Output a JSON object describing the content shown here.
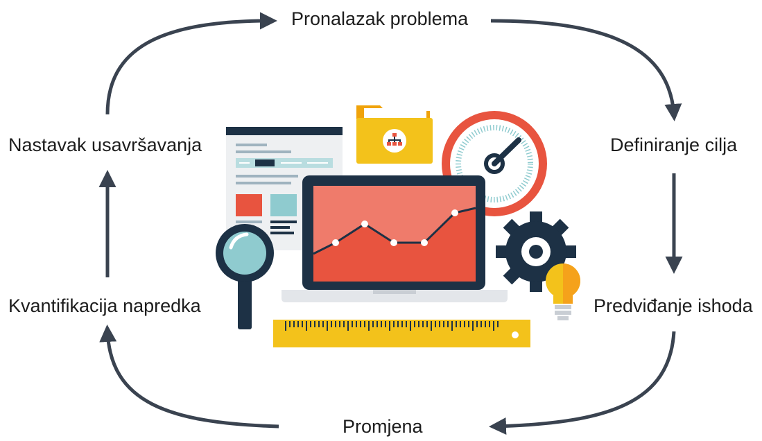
{
  "diagram": {
    "stages": {
      "top": "Pronalazak problema",
      "right_upper": "Definiranje cilja",
      "right_lower": "Predviđanje ishoda",
      "bottom": "Promjena",
      "left_lower": "Kvantifikacija napredka",
      "left_upper": "Nastavak usavršavanja"
    },
    "colors": {
      "arrow": "#3a4350",
      "navy": "#1d3145",
      "red": "#e8543f",
      "salmon": "#ef7b6b",
      "teal": "#8fcbcf",
      "yellow": "#f3c21b",
      "folder_dark": "#f0a30a",
      "light_gray": "#e3e6ea",
      "orange": "#f5a21b"
    },
    "cycle_direction": "clockwise"
  }
}
